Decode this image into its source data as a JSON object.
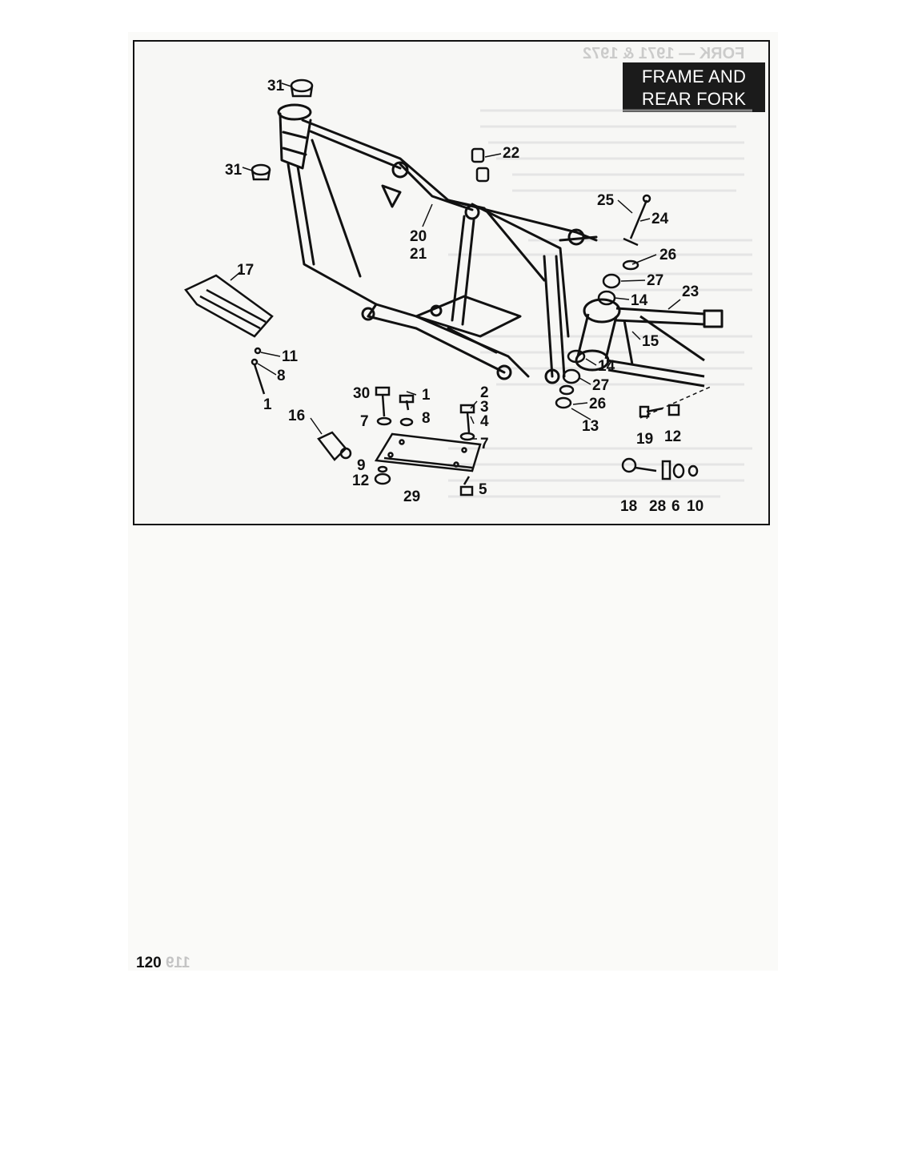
{
  "figure": {
    "title_line1": "FRAME AND",
    "title_line2": "REAR FORK",
    "bleed_through_header": "FORK — 1971 & 1972"
  },
  "callouts": [
    "31",
    "31",
    "22",
    "25",
    "24",
    "20",
    "21",
    "17",
    "26",
    "27",
    "23",
    "14",
    "15",
    "11",
    "8",
    "1",
    "14",
    "27",
    "30",
    "1",
    "2",
    "3",
    "4",
    "26",
    "16",
    "7",
    "8",
    "7",
    "13",
    "19",
    "12",
    "9",
    "12",
    "29",
    "5",
    "18",
    "28",
    "6",
    "10"
  ],
  "page": {
    "number": "120",
    "bleed_through_number": "119"
  }
}
